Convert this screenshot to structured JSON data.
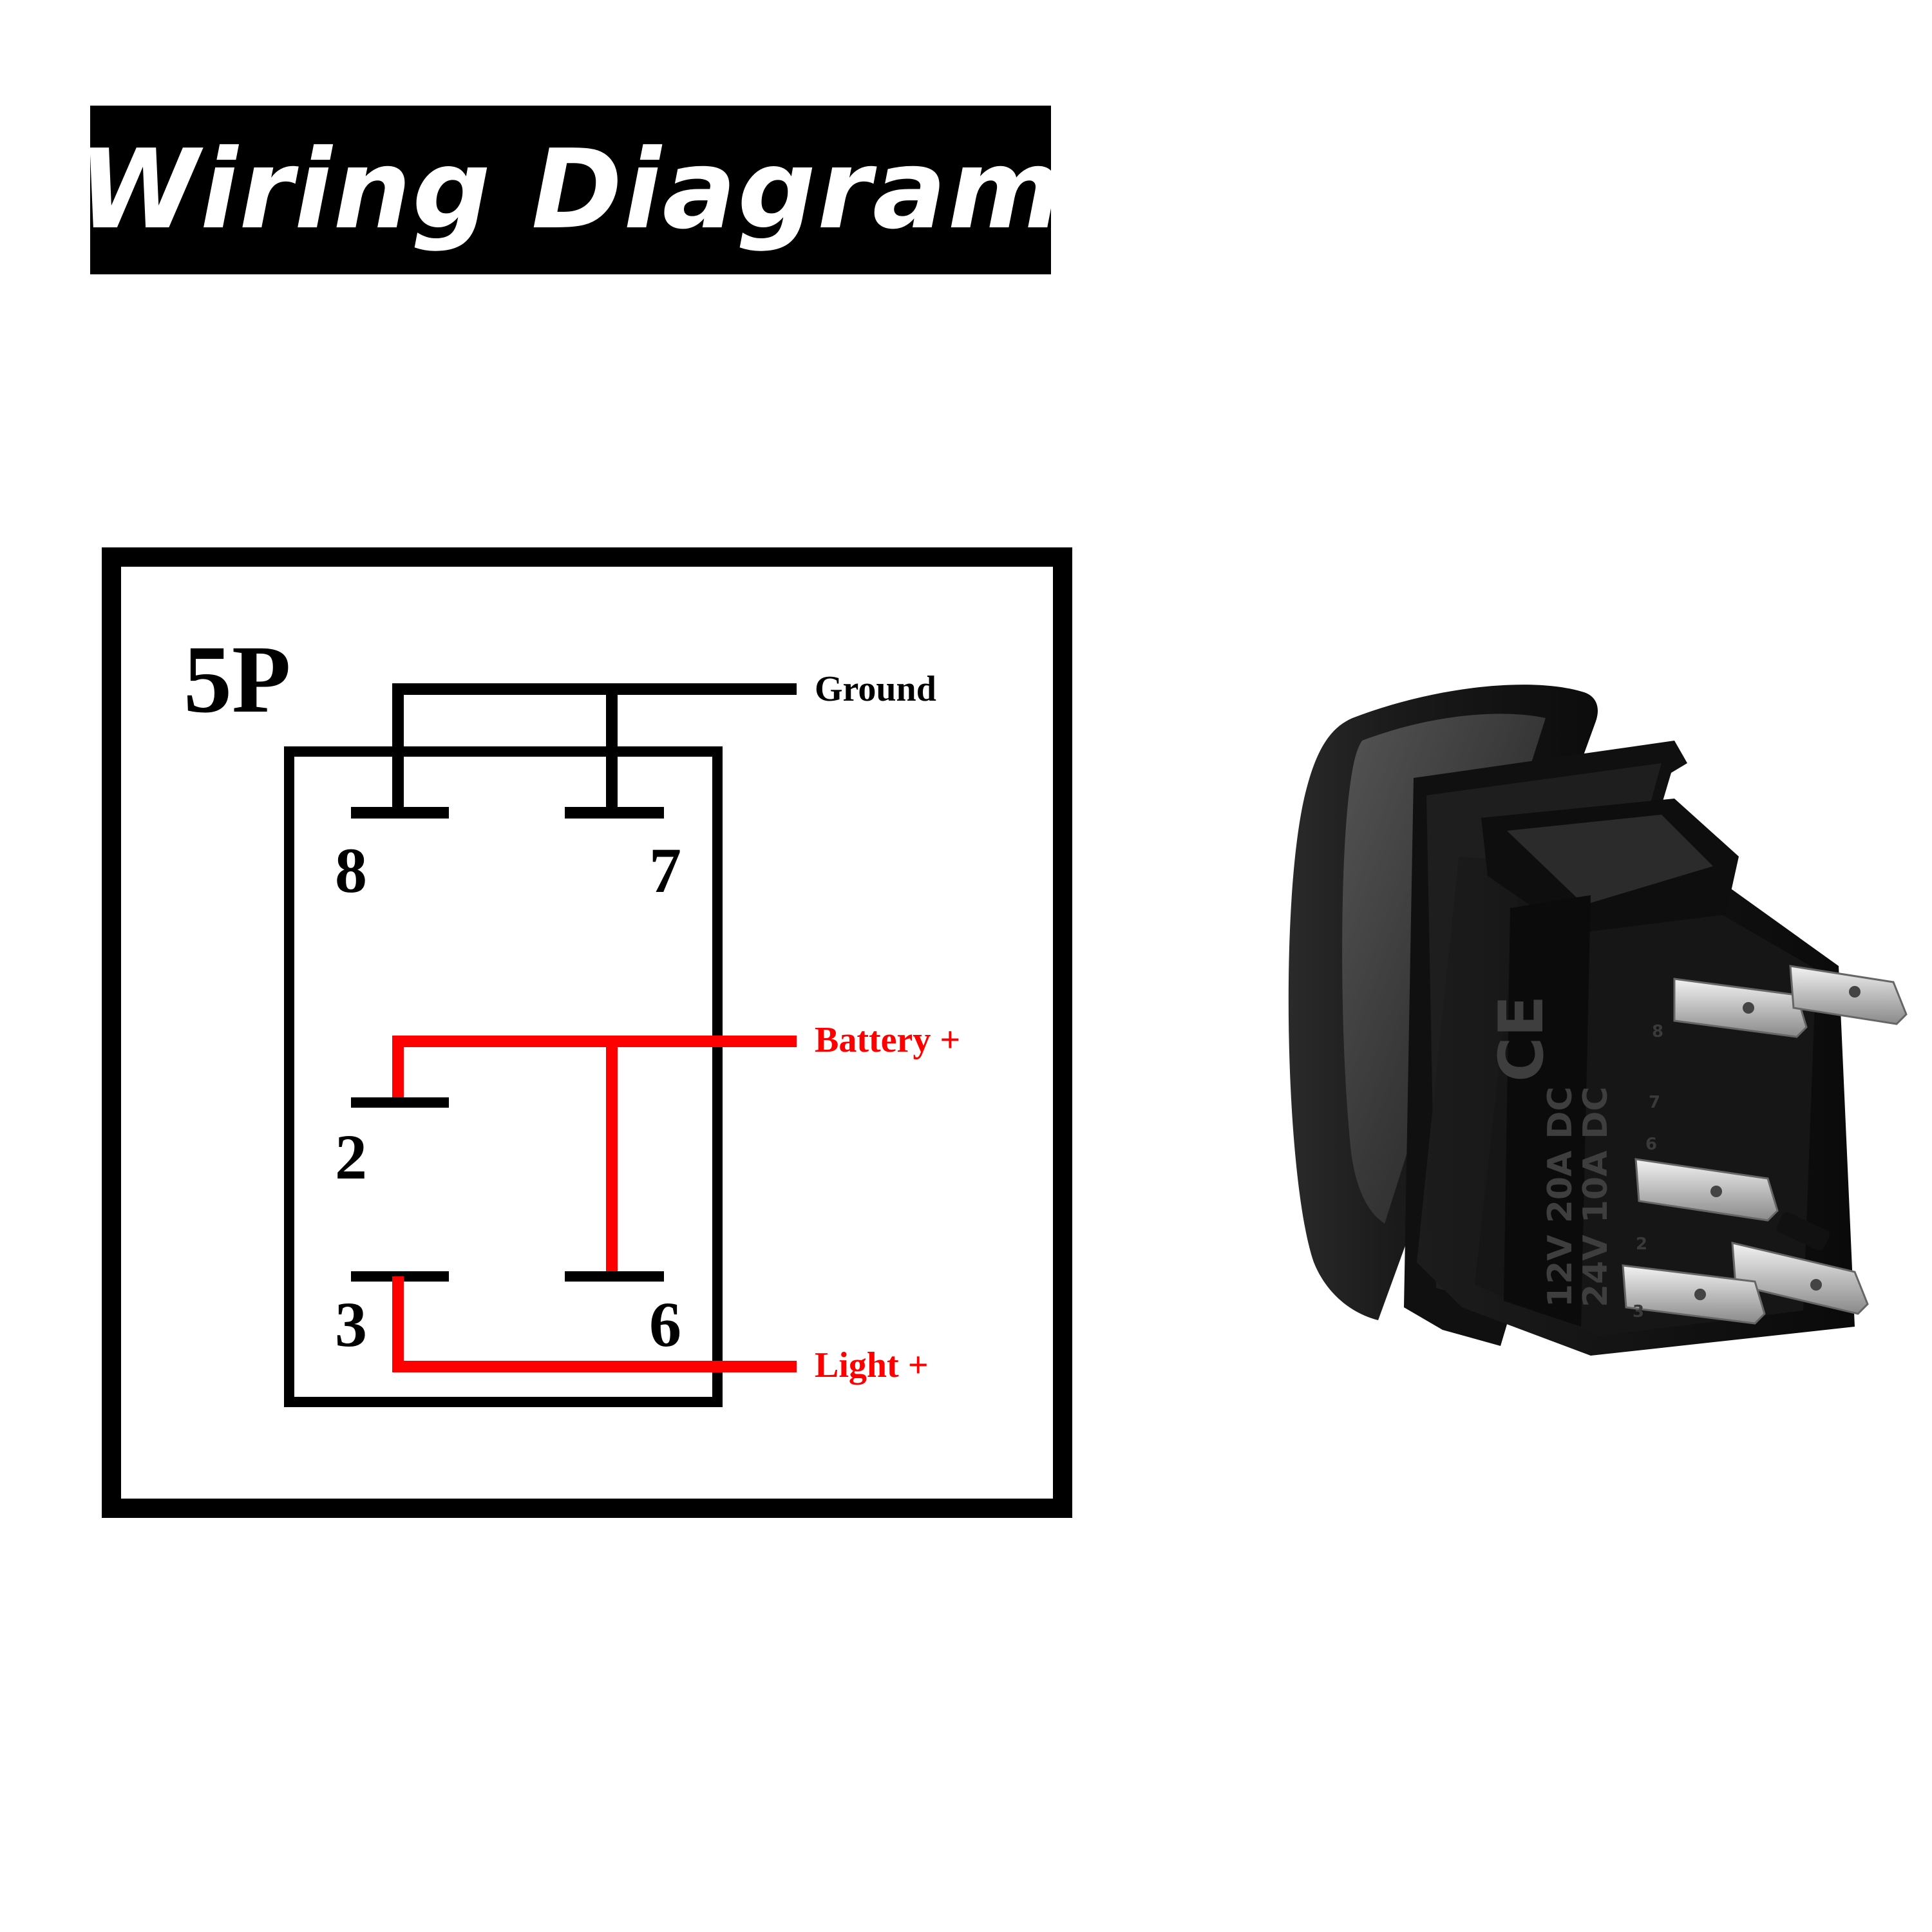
{
  "header": {
    "title": "Wiring Diagram"
  },
  "diagram": {
    "pin_count_label": "5P",
    "pins": {
      "p8": "8",
      "p7": "7",
      "p2": "2",
      "p3": "3",
      "p6": "6"
    },
    "wires": {
      "ground": "Ground",
      "battery": "Battery +",
      "light": "Light +"
    },
    "colors": {
      "ground_wire": "#000000",
      "power_wire": "#ff0000",
      "frame": "#000000"
    }
  },
  "product": {
    "markings": {
      "ce": "CE",
      "line1": "12V 20A DC",
      "line2": "24V 10A DC"
    },
    "terminal_numbers": [
      "8",
      "7",
      "6",
      "2",
      "3"
    ]
  }
}
